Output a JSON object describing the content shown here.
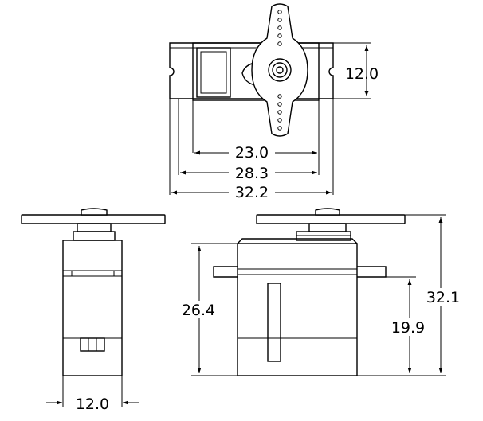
{
  "dimensions": {
    "top_body_height": "12.0",
    "top_inner_width": "23.0",
    "top_mount_width": "28.3",
    "top_overall_width": "32.2",
    "side_body_height": "26.4",
    "side_mount_height": "19.9",
    "side_overall_height": "32.1",
    "end_width": "12.0"
  },
  "colors": {
    "line": "#000000",
    "background": "#ffffff"
  }
}
